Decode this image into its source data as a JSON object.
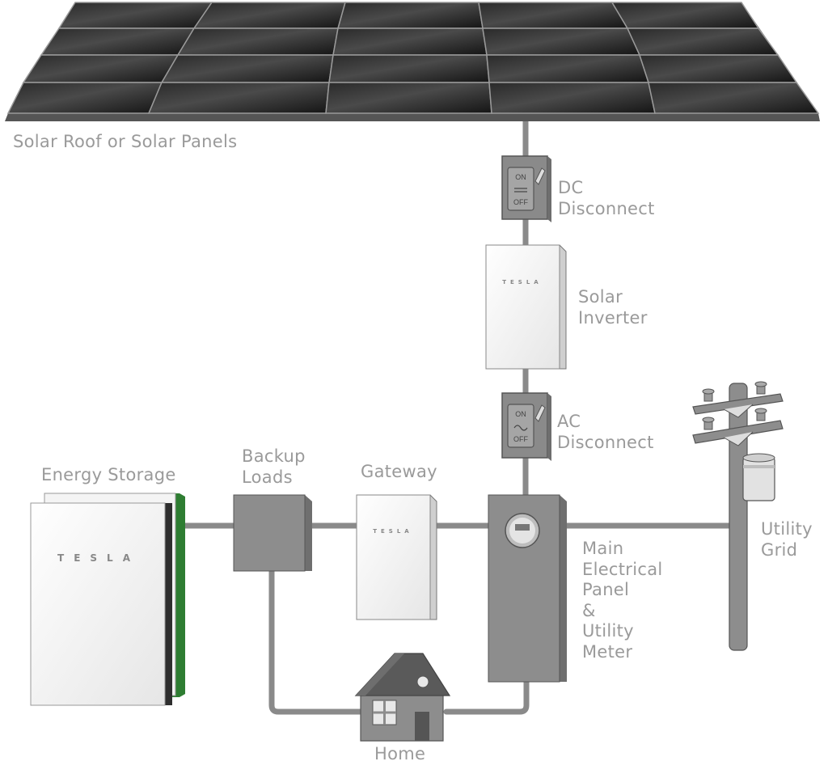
{
  "labels": {
    "solar": "Solar Roof or Solar Panels",
    "dc_disconnect": [
      "DC",
      "Disconnect"
    ],
    "solar_inverter": [
      "Solar",
      "Inverter"
    ],
    "ac_disconnect": [
      "AC",
      "Disconnect"
    ],
    "energy_storage": "Energy Storage",
    "backup_loads": [
      "Backup",
      "Loads"
    ],
    "gateway": "Gateway",
    "main_panel": [
      "Main",
      "Electrical",
      "Panel",
      "&",
      "Utility",
      "Meter"
    ],
    "utility_grid": [
      "Utility",
      "Grid"
    ],
    "home": "Home"
  },
  "switch_text": {
    "on": "ON",
    "off": "OFF"
  },
  "brand": "TESLA",
  "colors": {
    "panel_dark": "#1c1c1c",
    "wire": "#8a8a8a",
    "box_gray": "#8d8d8d",
    "label_gray": "#9a9a9a",
    "storage_green": "#2e7d32"
  }
}
